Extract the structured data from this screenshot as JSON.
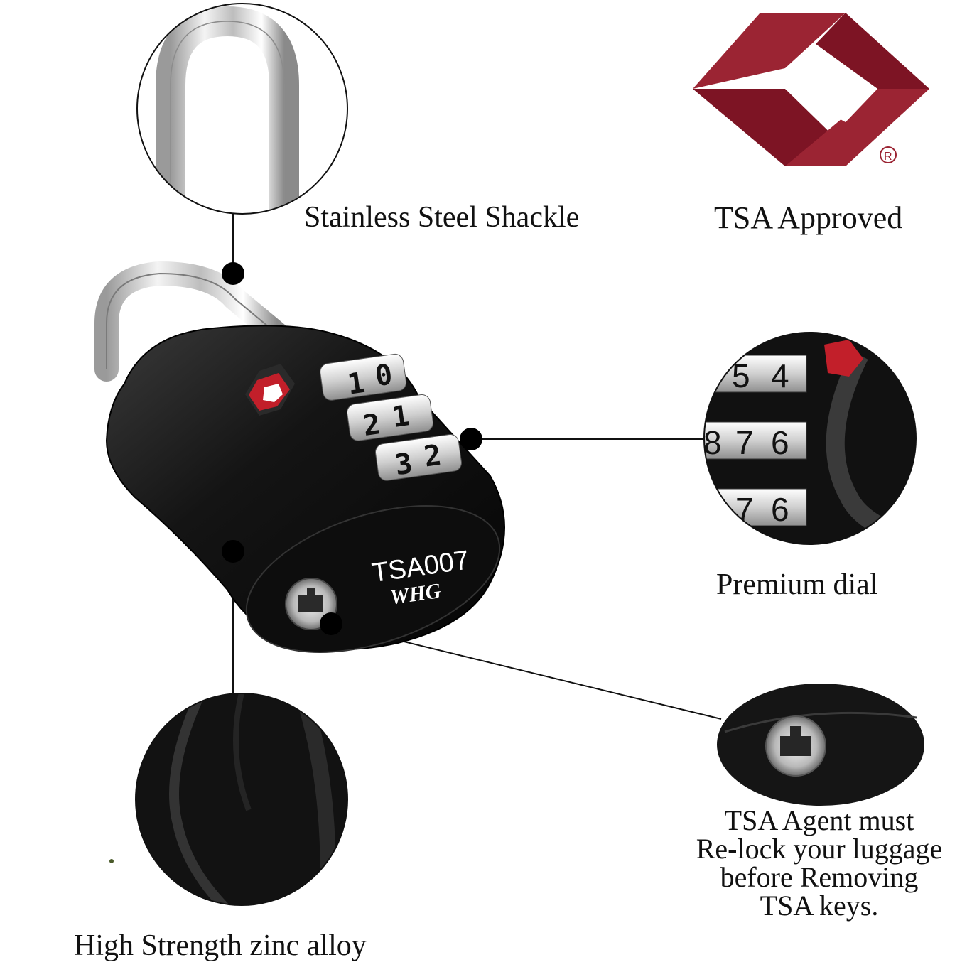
{
  "features": {
    "shackle": "Stainless Steel Shackle",
    "tsa_approved": "TSA Approved",
    "dial": "Premium dial",
    "alloy": "High Strength zinc alloy",
    "agent": [
      "TSA Agent must",
      "Re-lock your luggage",
      "before Removing",
      "TSA keys."
    ]
  },
  "lock": {
    "model": "TSA007",
    "brand": "WHG",
    "dial_digits": [
      [
        "1",
        "0"
      ],
      [
        "2",
        "1"
      ],
      [
        "3",
        "2"
      ]
    ]
  },
  "dial_closeup": {
    "rows": [
      [
        "5",
        "4"
      ],
      [
        "8",
        "7",
        "6"
      ],
      [
        "7",
        "6"
      ]
    ]
  },
  "logo": {
    "registered_mark": "R"
  },
  "colors": {
    "tsa_red": "#9b2433",
    "tsa_red_dark": "#7d1424",
    "lock_body": "#151515"
  }
}
